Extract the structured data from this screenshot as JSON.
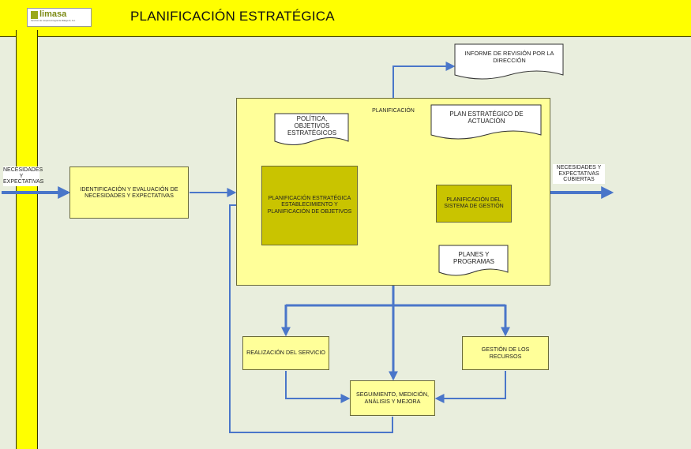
{
  "header": {
    "logo_text": "limasa",
    "logo_subtext": "Servicios de Limpieza Integral de Málaga III, S.A.",
    "title": "PLANIFICACIÓN ESTRATÉGICA"
  },
  "inputs": {
    "left_label": "NECESIDADES Y EXPECTATIVAS",
    "right_label": "NECESIDADES Y EXPECTATIVAS CUBIERTAS"
  },
  "boxes": {
    "identificacion": "IDENTIFICACIÓN Y EVALUACIÓN DE NECESIDADES Y EXPECTATIVAS",
    "planificacion_container": "PLANIFICACIÓN",
    "planificacion_estrategica": "PLANIFICACIÓN ESTRATÉGICA ESTABLECIMIENTO Y PLANIFICACIÓN DE OBJETIVOS",
    "planificacion_sistema": "PLANIFICACIÓN DEL SISTEMA DE GESTIÓN",
    "realizacion": "REALIZACIÓN DEL SERVICIO",
    "gestion_recursos": "GESTIÓN DE LOS RECURSOS",
    "seguimiento": "SEGUIMIENTO, MEDICIÓN, ANÁLISIS Y MEJORA"
  },
  "documents": {
    "informe": "INFORME DE REVISIÓN POR LA DIRECCIÓN",
    "politica": "POLÍTICA, OBJETIVOS ESTRATÉGICOS",
    "plan_estrategico": "PLAN ESTRATÉGICO DE ACTUACIÓN",
    "planes": "PLANES Y PROGRAMAS"
  },
  "colors": {
    "band": "#ffff00",
    "band_border": "#333300",
    "light_box": "#ffff99",
    "dark_box": "#c9c400",
    "arrow": "#4a76c9",
    "background": "#e9eedd"
  }
}
